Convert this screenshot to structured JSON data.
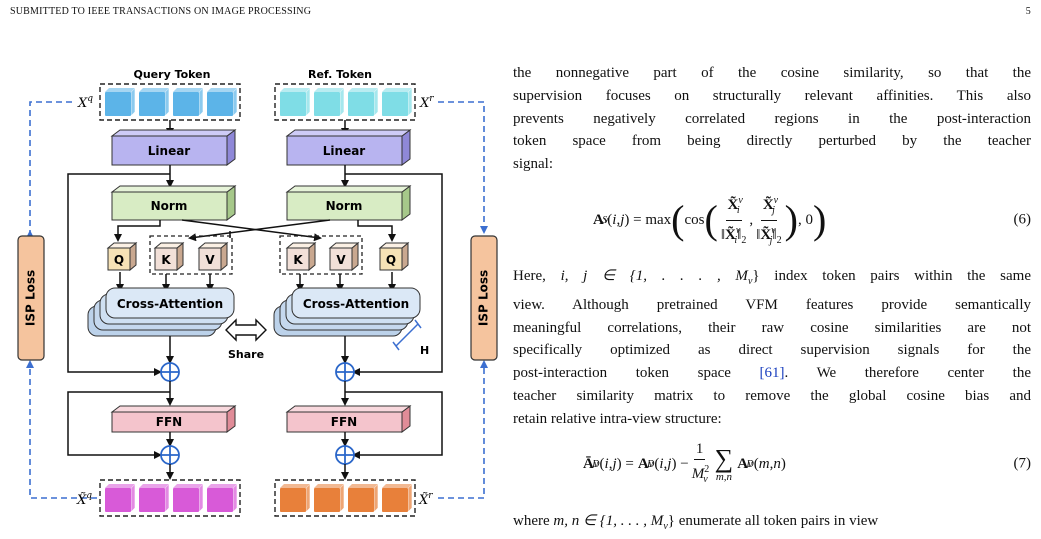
{
  "header": {
    "left": "SUBMITTED TO IEEE TRANSACTIONS ON IMAGE PROCESSING",
    "page_number": "5"
  },
  "figure": {
    "query_title": "Query Token",
    "ref_title": "Ref. Token",
    "xq_label": "X",
    "xq_sup": "q",
    "xr_label": "X",
    "xr_sup": "r",
    "xq_out_label": "X̃",
    "xr_out_label": "X̃",
    "linear": "Linear",
    "norm": "Norm",
    "q": "Q",
    "k": "K",
    "v": "V",
    "cross_attention": "Cross-Attention",
    "share": "Share",
    "h": "H",
    "ffn": "FFN",
    "isp_loss": "ISP Loss",
    "colors": {
      "query_token": "#5cb4e8",
      "ref_token": "#7fdde6",
      "out_query": "#d85ad8",
      "out_ref": "#e8803a",
      "linear": "#b8b4f0",
      "norm": "#d8ecc4",
      "q_block": "#f6e2b6",
      "kv_block": "#f2e0d8",
      "attention": "#cfe0f2",
      "ffn": "#f4c4cc",
      "isp": "#f5c49e",
      "dashed": "#3c6fd0",
      "plus": "#2a66c9"
    }
  },
  "text": {
    "p1_lines": [
      "the nonnegative part of the cosine similarity, so that the",
      "supervision focuses on structurally relevant affinities. This also",
      "prevents negatively correlated regions in the post-interaction",
      "token space from being directly perturbed by the teacher",
      "signal:"
    ],
    "eq6_number": "(6)",
    "p2": {
      "l1_a": "Here, ",
      "l1_math": "i, j ∈ {1, . . . , M",
      "l1_b": "} index token pairs within the same",
      "l2": "view. Although pretrained VFM features provide semantically",
      "l3": "meaningful correlations, their raw cosine similarities are not",
      "l4": "specifically optimized as direct supervision signals for the",
      "l5_a": "post-interaction token space ",
      "l5_cite": "[61]",
      "l5_b": ". We therefore center the",
      "l6": "teacher similarity matrix to remove the global cosine bias and",
      "l7": "retain relative intra-view structure:"
    },
    "eq7_number": "(7)",
    "p3": {
      "l1_a": "where ",
      "l1_math": "m, n ∈ {1, . . . , M",
      "l1_b": "} enumerate all token pairs in view"
    }
  }
}
